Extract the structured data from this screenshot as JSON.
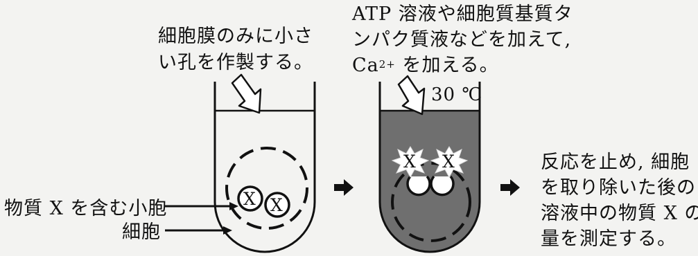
{
  "labels": {
    "step1_line1": "細胞膜のみに小さ",
    "step1_line2": "い孔を作製する。",
    "step2_line1": "ATP 溶液や細胞質基質タ",
    "step2_line2": "ンパク質液などを加えて,",
    "step2_line3_prefix": "Ca",
    "step2_line3_sup": "2+",
    "step2_line3_suffix": " を加える。",
    "temperature": "30 ℃",
    "vesicle_label": "物質 X を含む小胞",
    "cell_label": "細胞",
    "step3_line1": "反応を止め, 細胞",
    "step3_line2": "を取り除いた後の",
    "step3_line3": "溶液中の物質 X の",
    "step3_line4": "量を測定する。",
    "x_mark": "X"
  },
  "colors": {
    "solution_fill": "#6f6f6f",
    "outline": "#111111",
    "background": "#f3f3f1"
  }
}
